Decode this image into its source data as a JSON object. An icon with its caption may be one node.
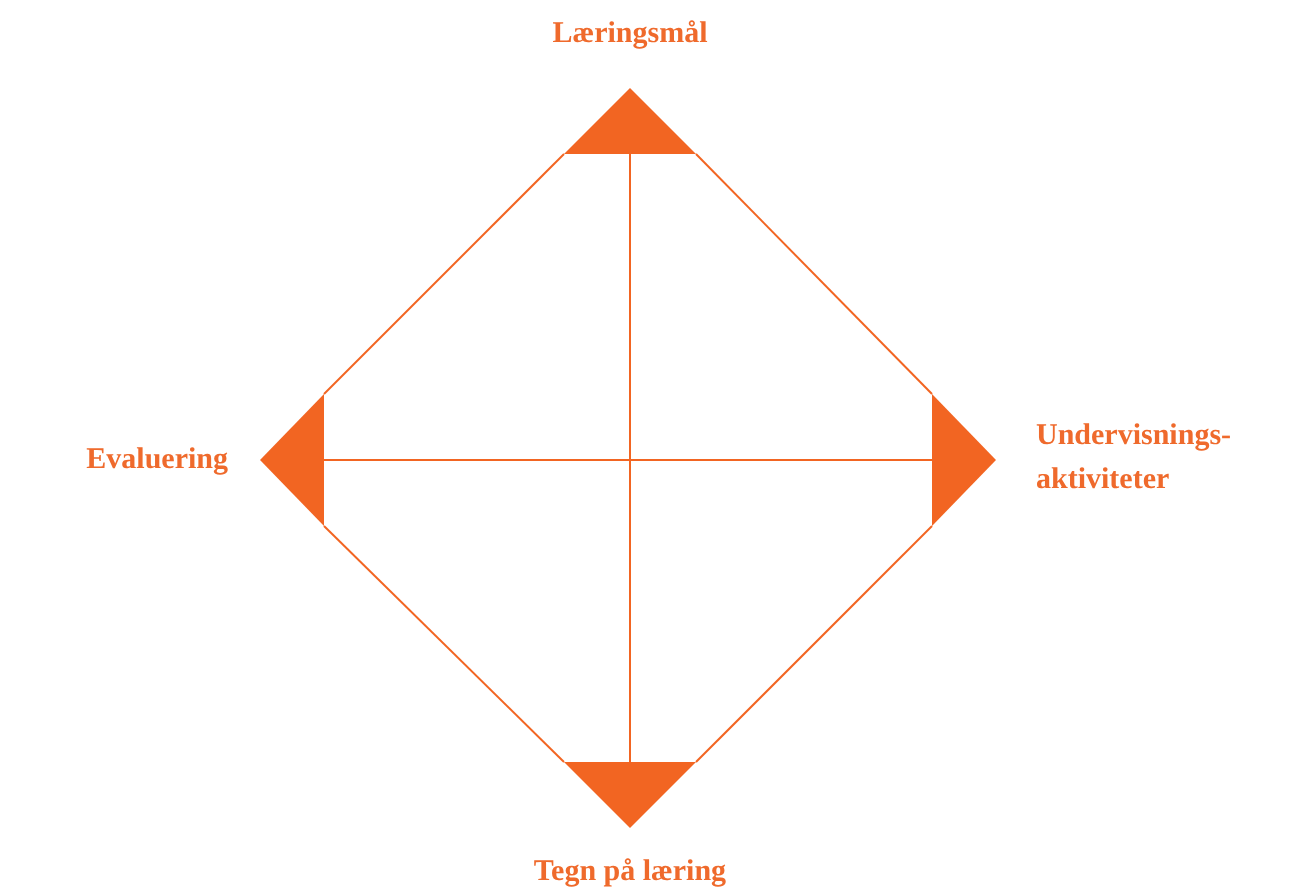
{
  "diagram": {
    "nodes": [
      {
        "text": [
          "Læringsmål"
        ]
      },
      {
        "text": [
          "Evaluering"
        ]
      },
      {
        "text": [
          "Undervisnings-aktiviteter"
        ]
      },
      {
        "text": [
          "Tegn på læring"
        ]
      }
    ],
    "edges": [
      {
        "from": 0,
        "to": 2,
        "arrow": "none"
      },
      {
        "from": 2,
        "to": 3,
        "arrow": "none"
      },
      {
        "from": 3,
        "to": 1,
        "arrow": "none"
      },
      {
        "from": 1,
        "to": 0,
        "arrow": "none"
      },
      {
        "from": 0,
        "to": 3,
        "arrow": "none"
      },
      {
        "from": 1,
        "to": 2,
        "arrow": "none"
      }
    ]
  }
}
